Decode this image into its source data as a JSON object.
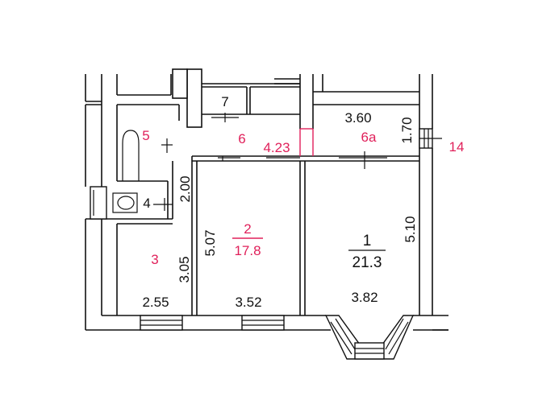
{
  "rooms": {
    "r1": {
      "number": "1",
      "area": "21.3"
    },
    "r2": {
      "number": "2",
      "area": "17.8"
    },
    "r3": {
      "number": "3"
    },
    "r4": {
      "number": "4"
    },
    "r5": {
      "number": "5"
    },
    "r6": {
      "number": "6"
    },
    "r6a": {
      "number": "6а"
    },
    "r7": {
      "number": "7"
    },
    "r14": {
      "number": "14"
    }
  },
  "dimensions": {
    "d_360": "3.60",
    "d_170": "1.70",
    "d_423": "4.23",
    "d_200": "2.00",
    "d_507": "5.07",
    "d_510": "5.10",
    "d_305": "3.05",
    "d_255": "2.55",
    "d_352": "3.52",
    "d_382": "3.82"
  },
  "colors": {
    "wall": "#111111",
    "accent": "#e0205a",
    "background": "#ffffff"
  }
}
